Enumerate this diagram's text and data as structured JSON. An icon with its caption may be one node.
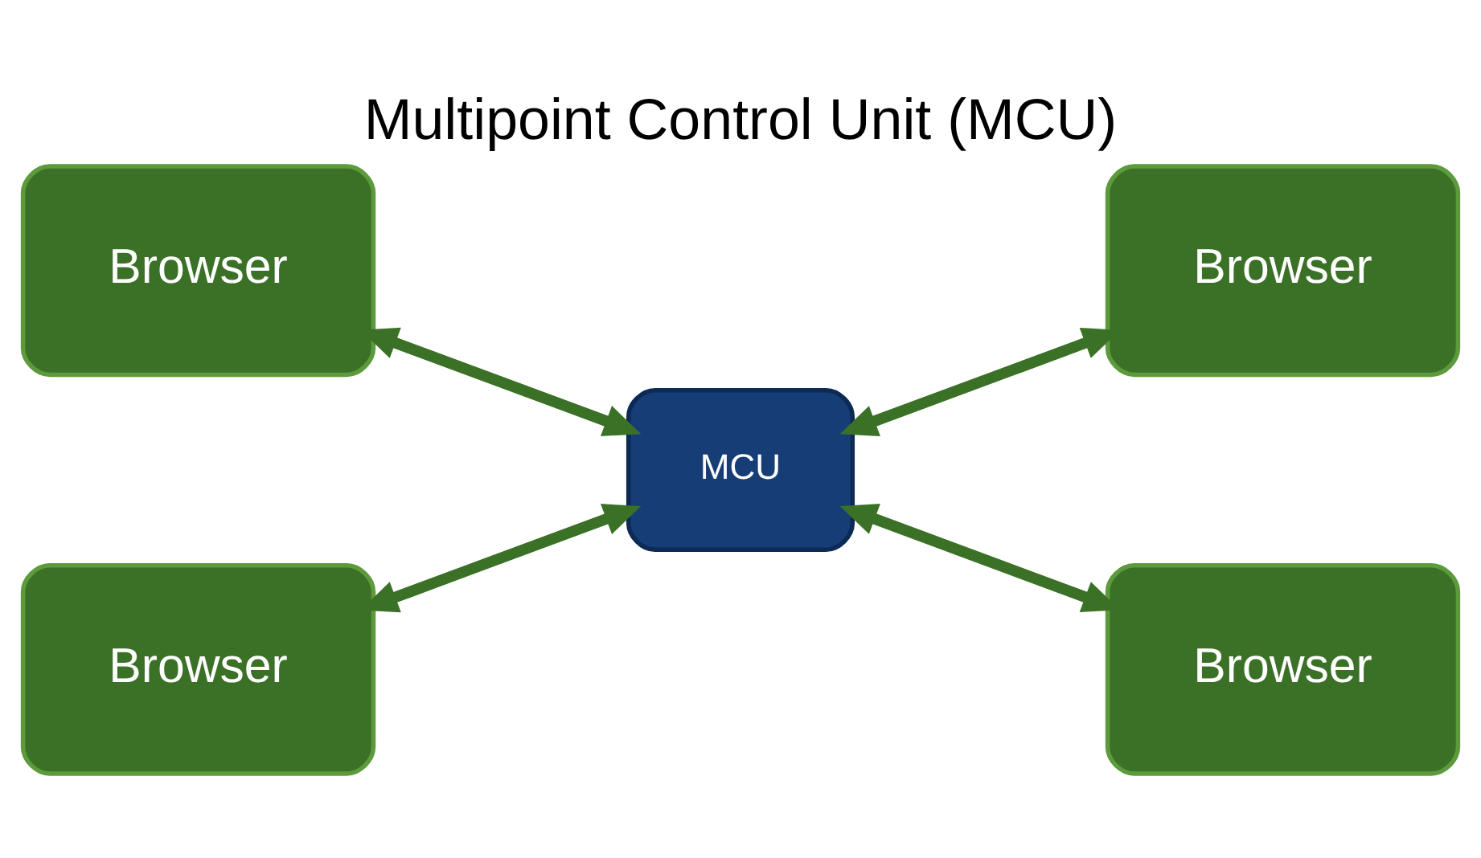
{
  "diagram": {
    "title": "Multipoint Control Unit (MCU)",
    "nodes": [
      {
        "text": [
          "Browser"
        ]
      },
      {
        "text": [
          "Browser"
        ]
      },
      {
        "text": [
          "MCU"
        ]
      },
      {
        "text": [
          "Browser"
        ]
      },
      {
        "text": [
          "Browser"
        ]
      }
    ],
    "edges": [
      {
        "from": 0,
        "to": 2,
        "arrow": "both"
      },
      {
        "from": 2,
        "to": 1,
        "arrow": "both"
      },
      {
        "from": 3,
        "to": 2,
        "arrow": "both"
      },
      {
        "from": 2,
        "to": 4,
        "arrow": "both"
      }
    ]
  }
}
